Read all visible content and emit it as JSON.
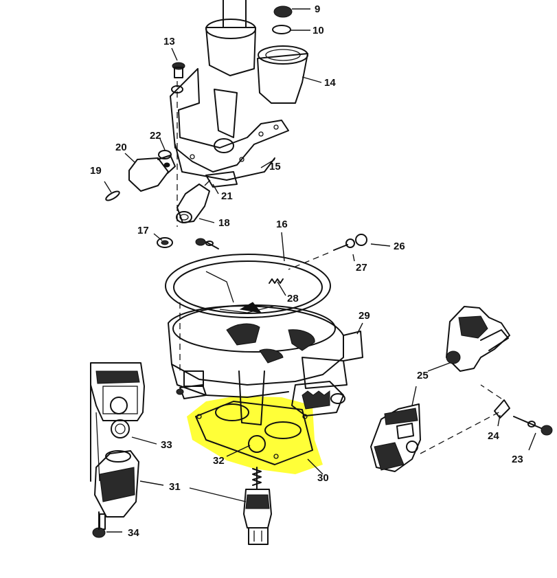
{
  "highlight_color": "#ffff00",
  "callouts": {
    "c9": "9",
    "c10": "10",
    "c13": "13",
    "c14": "14",
    "c15": "15",
    "c16": "16",
    "c17": "17",
    "c18": "18",
    "c19": "19",
    "c20": "20",
    "c21": "21",
    "c22": "22",
    "c23": "23",
    "c24": "24",
    "c25": "25",
    "c26": "26",
    "c27": "27",
    "c28": "28",
    "c29": "29",
    "c30": "30",
    "c31": "31",
    "c32": "32",
    "c33": "33",
    "c34": "34"
  }
}
